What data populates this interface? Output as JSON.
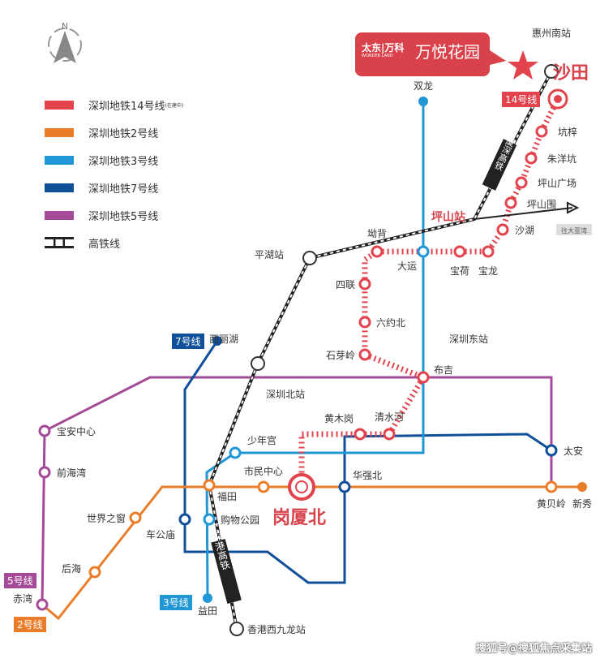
{
  "compass": {
    "label": "N"
  },
  "legend": [
    {
      "label": "深圳地铁14号线",
      "note": "(在建中)",
      "color": "#e2434c"
    },
    {
      "label": "深圳地铁2号线",
      "note": "",
      "color": "#e97d2a"
    },
    {
      "label": "深圳地铁3号线",
      "note": "",
      "color": "#2197d6"
    },
    {
      "label": "深圳地铁7号线",
      "note": "",
      "color": "#10509a"
    },
    {
      "label": "深圳地铁5号线",
      "note": "",
      "color": "#a54a98"
    },
    {
      "label": "高铁线",
      "note": "",
      "color": "#222222"
    }
  ],
  "logo": {
    "brand": "太东|万科",
    "project": "万悦花园",
    "sub": "WONDER LAND"
  },
  "line_tags": {
    "l14": "14号线",
    "l7": "7号线",
    "l3": "3号线",
    "l5": "5号线",
    "l2": "2号线"
  },
  "hsr_tags": {
    "xiashen": "厦深高铁",
    "guangshengang": "广深港高铁",
    "dayawan": "往大亚湾"
  },
  "highlight": {
    "shatian": "沙田",
    "pingshan": "坪山站",
    "gangxiabei": "岗厦北"
  },
  "stations": [
    "惠州南站",
    "坑梓",
    "朱洋坑",
    "坪山广场",
    "坪山围",
    "沙湖",
    "宝龙",
    "宝荷",
    "大运",
    "坳背",
    "双龙",
    "平湖站",
    "四联",
    "六约北",
    "石芽岭",
    "布吉",
    "深圳东站",
    "西丽湖",
    "深圳北站",
    "黄木岗",
    "清水河",
    "宝安中心",
    "少年宫",
    "太安",
    "前海湾",
    "市民中心",
    "华强北",
    "福田",
    "黄贝岭",
    "新秀",
    "世界之窗",
    "车公庙",
    "购物公园",
    "后海",
    "赤湾",
    "益田",
    "香港西九龙站"
  ],
  "watermark": "搜狐号@搜狐焦点采集站"
}
